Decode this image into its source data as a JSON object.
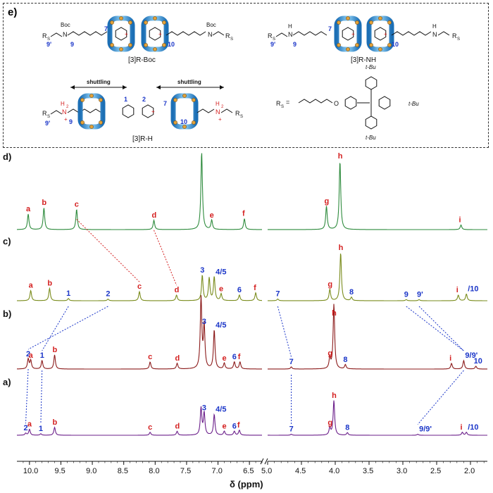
{
  "scheme": {
    "panel_label": "e)",
    "structures": [
      {
        "id": "boc",
        "label": "[3]R-Boc"
      },
      {
        "id": "nh",
        "label": "[3]R-NH"
      },
      {
        "id": "h",
        "label": "[3]R-H"
      }
    ],
    "shuttle_label": "shuttling",
    "rs_def": "R",
    "rs_sub": "S",
    "rs_eq": " =",
    "tbu": "t-Bu",
    "boc": "Boc",
    "h": "H",
    "h2": "H",
    "h2sub": "2",
    "n": "N",
    "o": "O",
    "plus": "+",
    "numbers": {
      "n1": "1",
      "n2": "2",
      "n7": "7",
      "n9": "9",
      "n9p": "9'",
      "n10": "10"
    }
  },
  "chart_data": {
    "type": "line",
    "title": "",
    "xlabel": "δ (ppm)",
    "axis_break": {
      "left_range": [
        10.2,
        6.3
      ],
      "right_range": [
        5.0,
        1.75
      ]
    },
    "xticks_left": [
      "10.0",
      "9.5",
      "9.0",
      "8.5",
      "8.0",
      "7.5",
      "7.0",
      "6.5"
    ],
    "xticks_right": [
      "5.0",
      "4.5",
      "4.0",
      "3.5",
      "3.0",
      "2.5",
      "2.0"
    ],
    "xtick_values_left": [
      10.0,
      9.5,
      9.0,
      8.5,
      8.0,
      7.5,
      7.0,
      6.5
    ],
    "xtick_values_right": [
      5.0,
      4.5,
      4.0,
      3.5,
      3.0,
      2.5,
      2.0
    ],
    "spectra": [
      {
        "name": "d)",
        "color": "#2e8b3d",
        "peaks": [
          {
            "ppm": 10.02,
            "h": 0.2,
            "label": "a",
            "lc": "red"
          },
          {
            "ppm": 9.77,
            "h": 0.28,
            "label": "b",
            "lc": "red"
          },
          {
            "ppm": 9.25,
            "h": 0.26,
            "label": "c",
            "lc": "red"
          },
          {
            "ppm": 8.02,
            "h": 0.12,
            "label": "d",
            "lc": "red"
          },
          {
            "ppm": 7.26,
            "h": 1.0,
            "label": "",
            "lc": "red"
          },
          {
            "ppm": 7.1,
            "h": 0.12,
            "label": "e",
            "lc": "red"
          },
          {
            "ppm": 6.58,
            "h": 0.14,
            "label": "f",
            "lc": "red"
          },
          {
            "ppm": 4.13,
            "h": 0.3,
            "label": "g",
            "lc": "red"
          },
          {
            "ppm": 3.93,
            "h": 0.88,
            "label": "h",
            "lc": "red"
          },
          {
            "ppm": 2.14,
            "h": 0.06,
            "label": "i",
            "lc": "red"
          }
        ]
      },
      {
        "name": "c)",
        "color": "#7a8c1c",
        "peaks": [
          {
            "ppm": 9.98,
            "h": 0.18,
            "label": "a",
            "lc": "red"
          },
          {
            "ppm": 9.68,
            "h": 0.22,
            "label": "b",
            "lc": "red"
          },
          {
            "ppm": 9.38,
            "h": 0.04,
            "label": "1",
            "lc": "blue"
          },
          {
            "ppm": 8.75,
            "h": 0.03,
            "label": "2",
            "lc": "blue"
          },
          {
            "ppm": 8.25,
            "h": 0.16,
            "label": "c",
            "lc": "red"
          },
          {
            "ppm": 7.66,
            "h": 0.1,
            "label": "d",
            "lc": "red"
          },
          {
            "ppm": 7.25,
            "h": 0.45,
            "label": "3",
            "lc": "blue"
          },
          {
            "ppm": 7.14,
            "h": 0.4,
            "label": "",
            "lc": "blue"
          },
          {
            "ppm": 7.06,
            "h": 0.42,
            "label": "4/5",
            "lc": "blue"
          },
          {
            "ppm": 6.95,
            "h": 0.12,
            "label": "e",
            "lc": "red"
          },
          {
            "ppm": 6.66,
            "h": 0.1,
            "label": "6",
            "lc": "blue"
          },
          {
            "ppm": 6.4,
            "h": 0.14,
            "label": "f",
            "lc": "red"
          },
          {
            "ppm": 4.85,
            "h": 0.03,
            "label": "7",
            "lc": "blue"
          },
          {
            "ppm": 4.08,
            "h": 0.2,
            "label": "g",
            "lc": "red"
          },
          {
            "ppm": 3.92,
            "h": 0.85,
            "label": "h",
            "lc": "red"
          },
          {
            "ppm": 3.76,
            "h": 0.06,
            "label": "8",
            "lc": "blue"
          },
          {
            "ppm": 2.95,
            "h": 0.02,
            "label": "9",
            "lc": "blue"
          },
          {
            "ppm": 2.76,
            "h": 0.02,
            "label": "9'",
            "lc": "blue"
          },
          {
            "ppm": 2.18,
            "h": 0.1,
            "label": "i",
            "lc": "red"
          },
          {
            "ppm": 2.06,
            "h": 0.12,
            "label": "/10",
            "lc": "blue"
          }
        ]
      },
      {
        "name": "b)",
        "color": "#8b1a1a",
        "peaks": [
          {
            "ppm": 10.02,
            "h": 0.14,
            "label": "2",
            "lc": "blue"
          },
          {
            "ppm": 9.98,
            "h": 0.12,
            "label": "a",
            "lc": "red"
          },
          {
            "ppm": 9.8,
            "h": 0.12,
            "label": "1",
            "lc": "blue"
          },
          {
            "ppm": 9.6,
            "h": 0.2,
            "label": "b",
            "lc": "red"
          },
          {
            "ppm": 8.08,
            "h": 0.1,
            "label": "c",
            "lc": "red"
          },
          {
            "ppm": 7.65,
            "h": 0.08,
            "label": "d",
            "lc": "red"
          },
          {
            "ppm": 7.27,
            "h": 1.0,
            "label": "",
            "lc": "blue"
          },
          {
            "ppm": 7.22,
            "h": 0.6,
            "label": "3",
            "lc": "blue"
          },
          {
            "ppm": 7.06,
            "h": 0.55,
            "label": "4/5",
            "lc": "blue"
          },
          {
            "ppm": 6.9,
            "h": 0.08,
            "label": "e",
            "lc": "red"
          },
          {
            "ppm": 6.74,
            "h": 0.1,
            "label": "6",
            "lc": "blue"
          },
          {
            "ppm": 6.65,
            "h": 0.1,
            "label": "f",
            "lc": "red"
          },
          {
            "ppm": 4.65,
            "h": 0.03,
            "label": "7",
            "lc": "blue"
          },
          {
            "ppm": 4.08,
            "h": 0.15,
            "label": "g",
            "lc": "red"
          },
          {
            "ppm": 4.02,
            "h": 0.92,
            "label": "h",
            "lc": "red"
          },
          {
            "ppm": 3.85,
            "h": 0.06,
            "label": "8",
            "lc": "blue"
          },
          {
            "ppm": 2.28,
            "h": 0.08,
            "label": "i",
            "lc": "red"
          },
          {
            "ppm": 2.1,
            "h": 0.12,
            "label": "9/9'",
            "lc": "blue"
          },
          {
            "ppm": 1.92,
            "h": 0.04,
            "label": "10",
            "lc": "blue"
          }
        ]
      },
      {
        "name": "a)",
        "color": "#6b1f8a",
        "peaks": [
          {
            "ppm": 10.06,
            "h": 0.04,
            "label": "2",
            "lc": "blue"
          },
          {
            "ppm": 10.0,
            "h": 0.12,
            "label": "a",
            "lc": "red"
          },
          {
            "ppm": 9.82,
            "h": 0.03,
            "label": "1",
            "lc": "blue"
          },
          {
            "ppm": 9.6,
            "h": 0.16,
            "label": "b",
            "lc": "red"
          },
          {
            "ppm": 8.08,
            "h": 0.06,
            "label": "c",
            "lc": "red"
          },
          {
            "ppm": 7.65,
            "h": 0.08,
            "label": "d",
            "lc": "red"
          },
          {
            "ppm": 7.27,
            "h": 0.55,
            "label": "",
            "lc": "blue"
          },
          {
            "ppm": 7.22,
            "h": 0.45,
            "label": "3",
            "lc": "blue"
          },
          {
            "ppm": 7.06,
            "h": 0.42,
            "label": "4/5",
            "lc": "blue"
          },
          {
            "ppm": 6.9,
            "h": 0.08,
            "label": "e",
            "lc": "red"
          },
          {
            "ppm": 6.74,
            "h": 0.08,
            "label": "6",
            "lc": "blue"
          },
          {
            "ppm": 6.66,
            "h": 0.1,
            "label": "f",
            "lc": "red"
          },
          {
            "ppm": 4.65,
            "h": 0.02,
            "label": "7",
            "lc": "blue"
          },
          {
            "ppm": 4.08,
            "h": 0.15,
            "label": "g",
            "lc": "red"
          },
          {
            "ppm": 4.02,
            "h": 0.7,
            "label": "h",
            "lc": "red"
          },
          {
            "ppm": 3.82,
            "h": 0.05,
            "label": "8",
            "lc": "blue"
          },
          {
            "ppm": 2.78,
            "h": 0.02,
            "label": "9/9'",
            "lc": "blue"
          },
          {
            "ppm": 2.12,
            "h": 0.06,
            "label": "i",
            "lc": "red"
          },
          {
            "ppm": 2.06,
            "h": 0.06,
            "label": "/10",
            "lc": "blue"
          }
        ]
      }
    ],
    "correlations": [
      {
        "from": [
          1,
          9.38
        ],
        "to": [
          2,
          9.8
        ],
        "color": "blue"
      },
      {
        "from": [
          1,
          8.75
        ],
        "to": [
          2,
          10.02
        ],
        "color": "blue"
      },
      {
        "from": [
          2,
          9.8
        ],
        "to": [
          3,
          9.82
        ],
        "color": "blue"
      },
      {
        "from": [
          2,
          10.02
        ],
        "to": [
          3,
          10.06
        ],
        "color": "blue"
      },
      {
        "from": [
          0,
          9.25
        ],
        "to": [
          1,
          8.25
        ],
        "color": "red"
      },
      {
        "from": [
          0,
          8.02
        ],
        "to": [
          1,
          7.66
        ],
        "color": "red"
      },
      {
        "from": [
          1,
          4.85
        ],
        "to": [
          2,
          4.65
        ],
        "color": "blue"
      },
      {
        "from": [
          2,
          4.65
        ],
        "to": [
          3,
          4.65
        ],
        "color": "blue"
      },
      {
        "from": [
          1,
          2.95
        ],
        "to": [
          2,
          2.1
        ],
        "color": "blue"
      },
      {
        "from": [
          1,
          2.76
        ],
        "to": [
          2,
          2.1
        ],
        "color": "blue"
      },
      {
        "from": [
          2,
          2.1
        ],
        "to": [
          3,
          2.78
        ],
        "color": "blue"
      }
    ]
  }
}
